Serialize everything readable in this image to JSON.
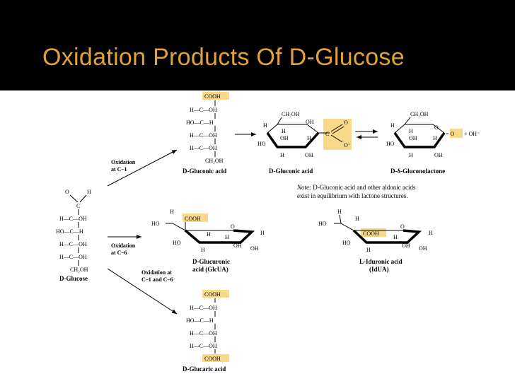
{
  "slide": {
    "title": "Oxidation Products Of D-Glucose",
    "title_color": "#e0a23a",
    "background": "#000000",
    "highlight_color": "#f8d98a"
  },
  "diagram": {
    "glucose": {
      "lines": [
        "O",
        "H",
        "C",
        "H—C—OH",
        "HO—C—H",
        "H—C—OH",
        "H—C—OH",
        "CH₂OH"
      ],
      "label": "D-Glucose"
    },
    "reactions": {
      "c1": [
        "Oxidation",
        "at C–1"
      ],
      "c6": [
        "Oxidation",
        "at C–6"
      ],
      "c1c6": [
        "Oxidation at",
        "C–1 and C–6"
      ]
    },
    "gluconic_fischer": {
      "lines": [
        "COOH",
        "H—C—OH",
        "HO—C—H",
        "H—C—OH",
        "H—C—OH",
        "CH₂OH"
      ],
      "label": "D-Gluconic acid"
    },
    "gluconic_ring": {
      "ring_labels": [
        "CH₂OH",
        "OH",
        "H",
        "H",
        "OH",
        "H",
        "HO",
        "H",
        "OH",
        "O",
        "O⁻",
        "C"
      ],
      "label": "D-Gluconic acid"
    },
    "lactone": {
      "ring_labels": [
        "CH₂OH",
        "O",
        "H",
        "H",
        "OH",
        "H",
        "HO",
        "H",
        "OH",
        "= O",
        "+ OH⁻"
      ],
      "label": "D-δ-Gluconolactone"
    },
    "note": {
      "lead": "Note:",
      "line1": " D-Gluconic acid and other aldonic acids",
      "line2": "exist in equilibrium with lactone structures."
    },
    "glucuronic": {
      "ring_labels": [
        "H",
        "COOH",
        "HO",
        "O",
        "H",
        "H",
        "HO",
        "OH",
        "H",
        "OH",
        "H"
      ],
      "label_line1": "D-Glucuronic",
      "label_line2": "acid (GlcUA)"
    },
    "iduronic": {
      "ring_labels": [
        "H",
        "H",
        "HO",
        "O",
        "COOH",
        "H",
        "HO",
        "OH",
        "H",
        "OH",
        "H"
      ],
      "label_line1": "L-Iduronic acid",
      "label_line2": "(IdUA)"
    },
    "glucaric": {
      "lines": [
        "COOH",
        "H—C—OH",
        "HO—C—H",
        "H—C—OH",
        "H—C—OH",
        "COOH"
      ],
      "label": "D-Glucaric acid"
    }
  }
}
